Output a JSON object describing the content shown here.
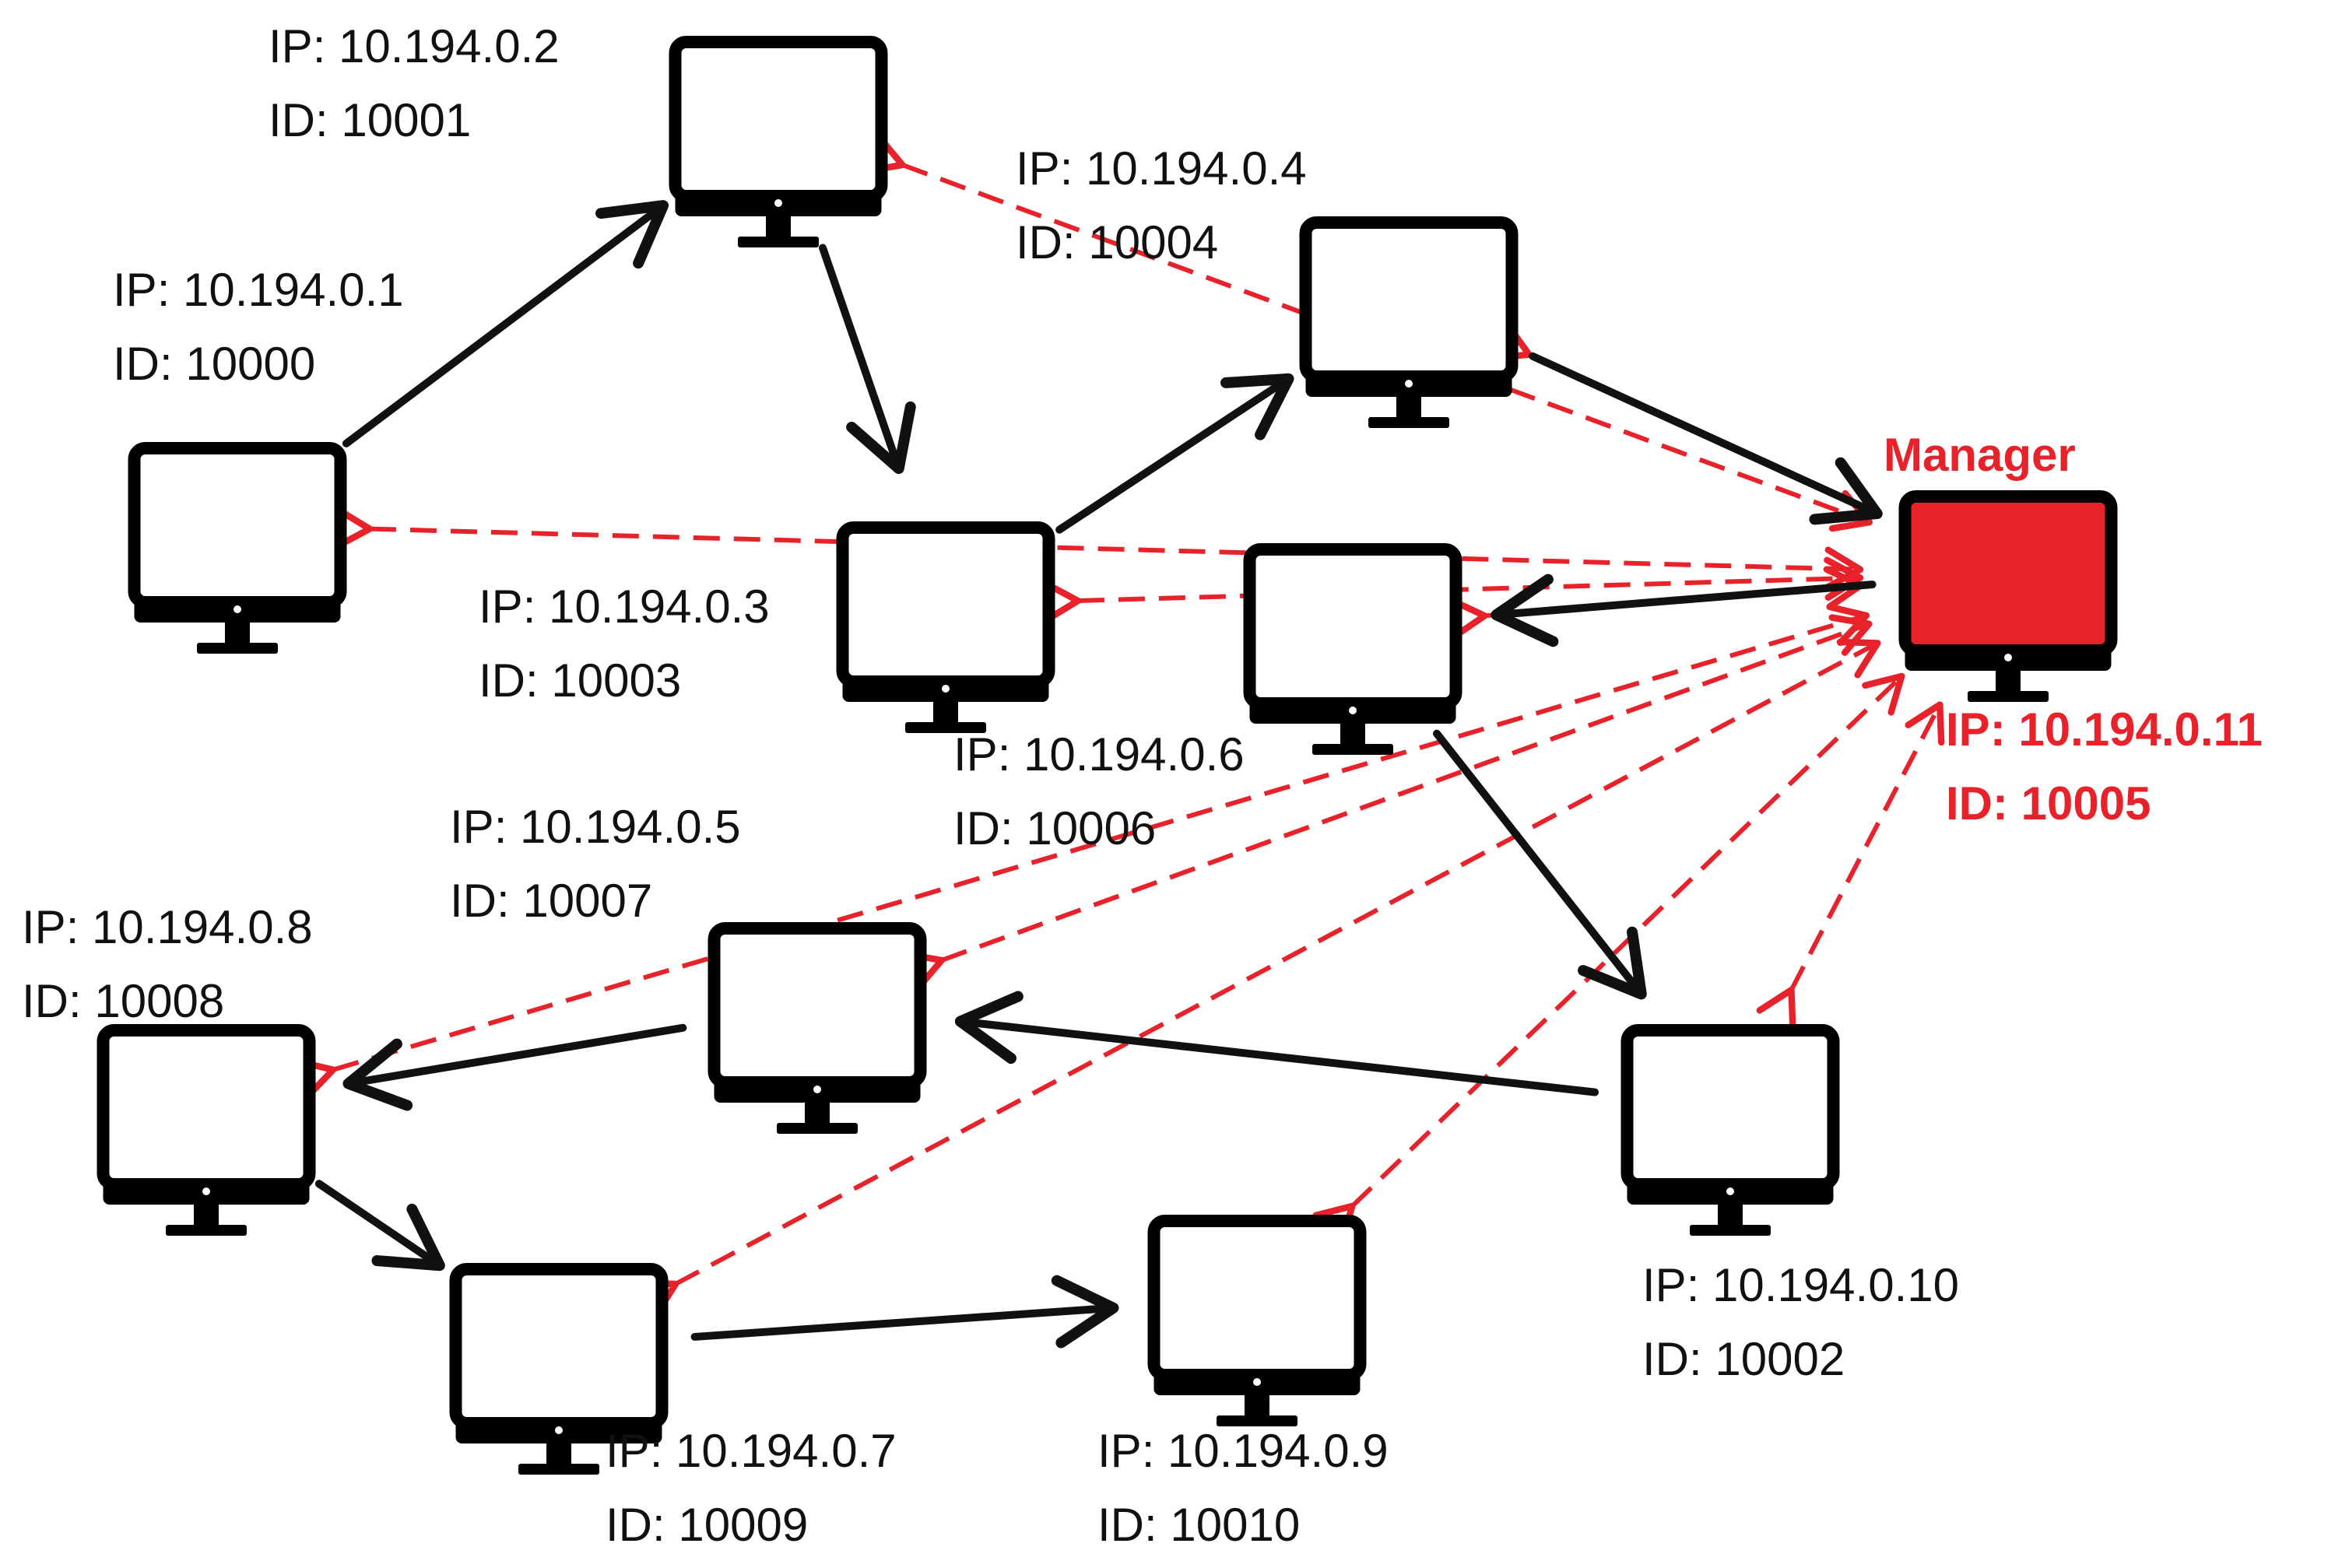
{
  "colors": {
    "node": "#000000",
    "manager": "#e8222a",
    "link": "#111111",
    "manager_link": "#e8222a",
    "label": "#111111"
  },
  "manager": {
    "title": "Manager",
    "ip": "IP: 10.194.0.11",
    "id": "ID: 10005"
  },
  "nodes": [
    {
      "key": "n1",
      "ip": "IP: 10.194.0.1",
      "id": "ID: 10000"
    },
    {
      "key": "n2",
      "ip": "IP: 10.194.0.2",
      "id": "ID: 10001"
    },
    {
      "key": "n3",
      "ip": "IP: 10.194.0.3",
      "id": "ID: 10003"
    },
    {
      "key": "n4",
      "ip": "IP: 10.194.0.4",
      "id": "ID: 10004"
    },
    {
      "key": "n6",
      "ip": "IP: 10.194.0.6",
      "id": "ID: 10006"
    },
    {
      "key": "n5",
      "ip": "IP: 10.194.0.5",
      "id": "ID: 10007"
    },
    {
      "key": "n8",
      "ip": "IP: 10.194.0.8",
      "id": "ID: 10008"
    },
    {
      "key": "n10",
      "ip": "IP: 10.194.0.10",
      "id": "ID: 10002"
    },
    {
      "key": "n7",
      "ip": "IP: 10.194.0.7",
      "id": "ID: 10009"
    },
    {
      "key": "n9",
      "ip": "IP: 10.194.0.9",
      "id": "ID: 10010"
    }
  ],
  "ring_links": [
    {
      "from": "n1",
      "to": "n2"
    },
    {
      "from": "n2",
      "to": "n3"
    },
    {
      "from": "n3",
      "to": "n4"
    },
    {
      "from": "n4",
      "to": "mgr"
    },
    {
      "from": "mgr",
      "to": "n6"
    },
    {
      "from": "n6",
      "to": "n10"
    },
    {
      "from": "n10",
      "to": "n5"
    },
    {
      "from": "n5",
      "to": "n8"
    },
    {
      "from": "n8",
      "to": "n7"
    },
    {
      "from": "n7",
      "to": "n9"
    }
  ],
  "manager_links": [
    {
      "node": "n1"
    },
    {
      "node": "n2"
    },
    {
      "node": "n3"
    },
    {
      "node": "n4"
    },
    {
      "node": "n6"
    },
    {
      "node": "n5"
    },
    {
      "node": "n8"
    },
    {
      "node": "n7"
    },
    {
      "node": "n9"
    },
    {
      "node": "n10"
    }
  ]
}
